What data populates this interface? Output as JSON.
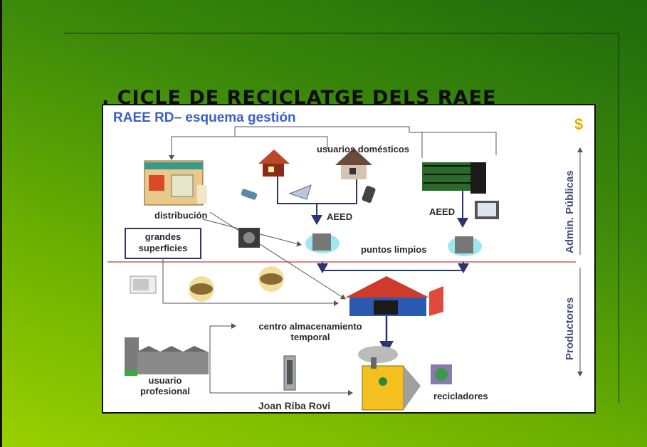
{
  "title": ". CICLE DE RECICLATGE DELS RAEE",
  "figure": {
    "heading": "RAEE RD– esquema gestión",
    "labels": {
      "usuarios_domesticos": "usuarios domésticos",
      "distribucion": "distribución",
      "aeed_left": "AEED",
      "aeed_right": "AEED",
      "grandes_superficies": "grandes superficies",
      "puntos_limpios": "puntos limpios",
      "centro_almacenamiento": "centro almacenamiento temporal",
      "usuario_profesional": "usuario profesional",
      "recicladores": "recicladores",
      "author": "Joan Riba Rovi"
    },
    "side_labels": {
      "admin": "Admin. Públicas",
      "productores": "Productores"
    },
    "dollar_symbol": "$"
  },
  "colors": {
    "heading_blue": "#3b5fc7",
    "arrow_navy": "#2b3470",
    "divider_red": "#c83a3a",
    "side_label": "#45507a"
  },
  "icons": [
    "store-icon",
    "house-icon",
    "building-icon",
    "phone-icon",
    "tv-icon",
    "microwave-icon",
    "recycling-point-icon",
    "warehouse-icon",
    "factory-icon",
    "handshake-icon",
    "dollar-icon",
    "server-icon",
    "recycle-bin-icon"
  ]
}
